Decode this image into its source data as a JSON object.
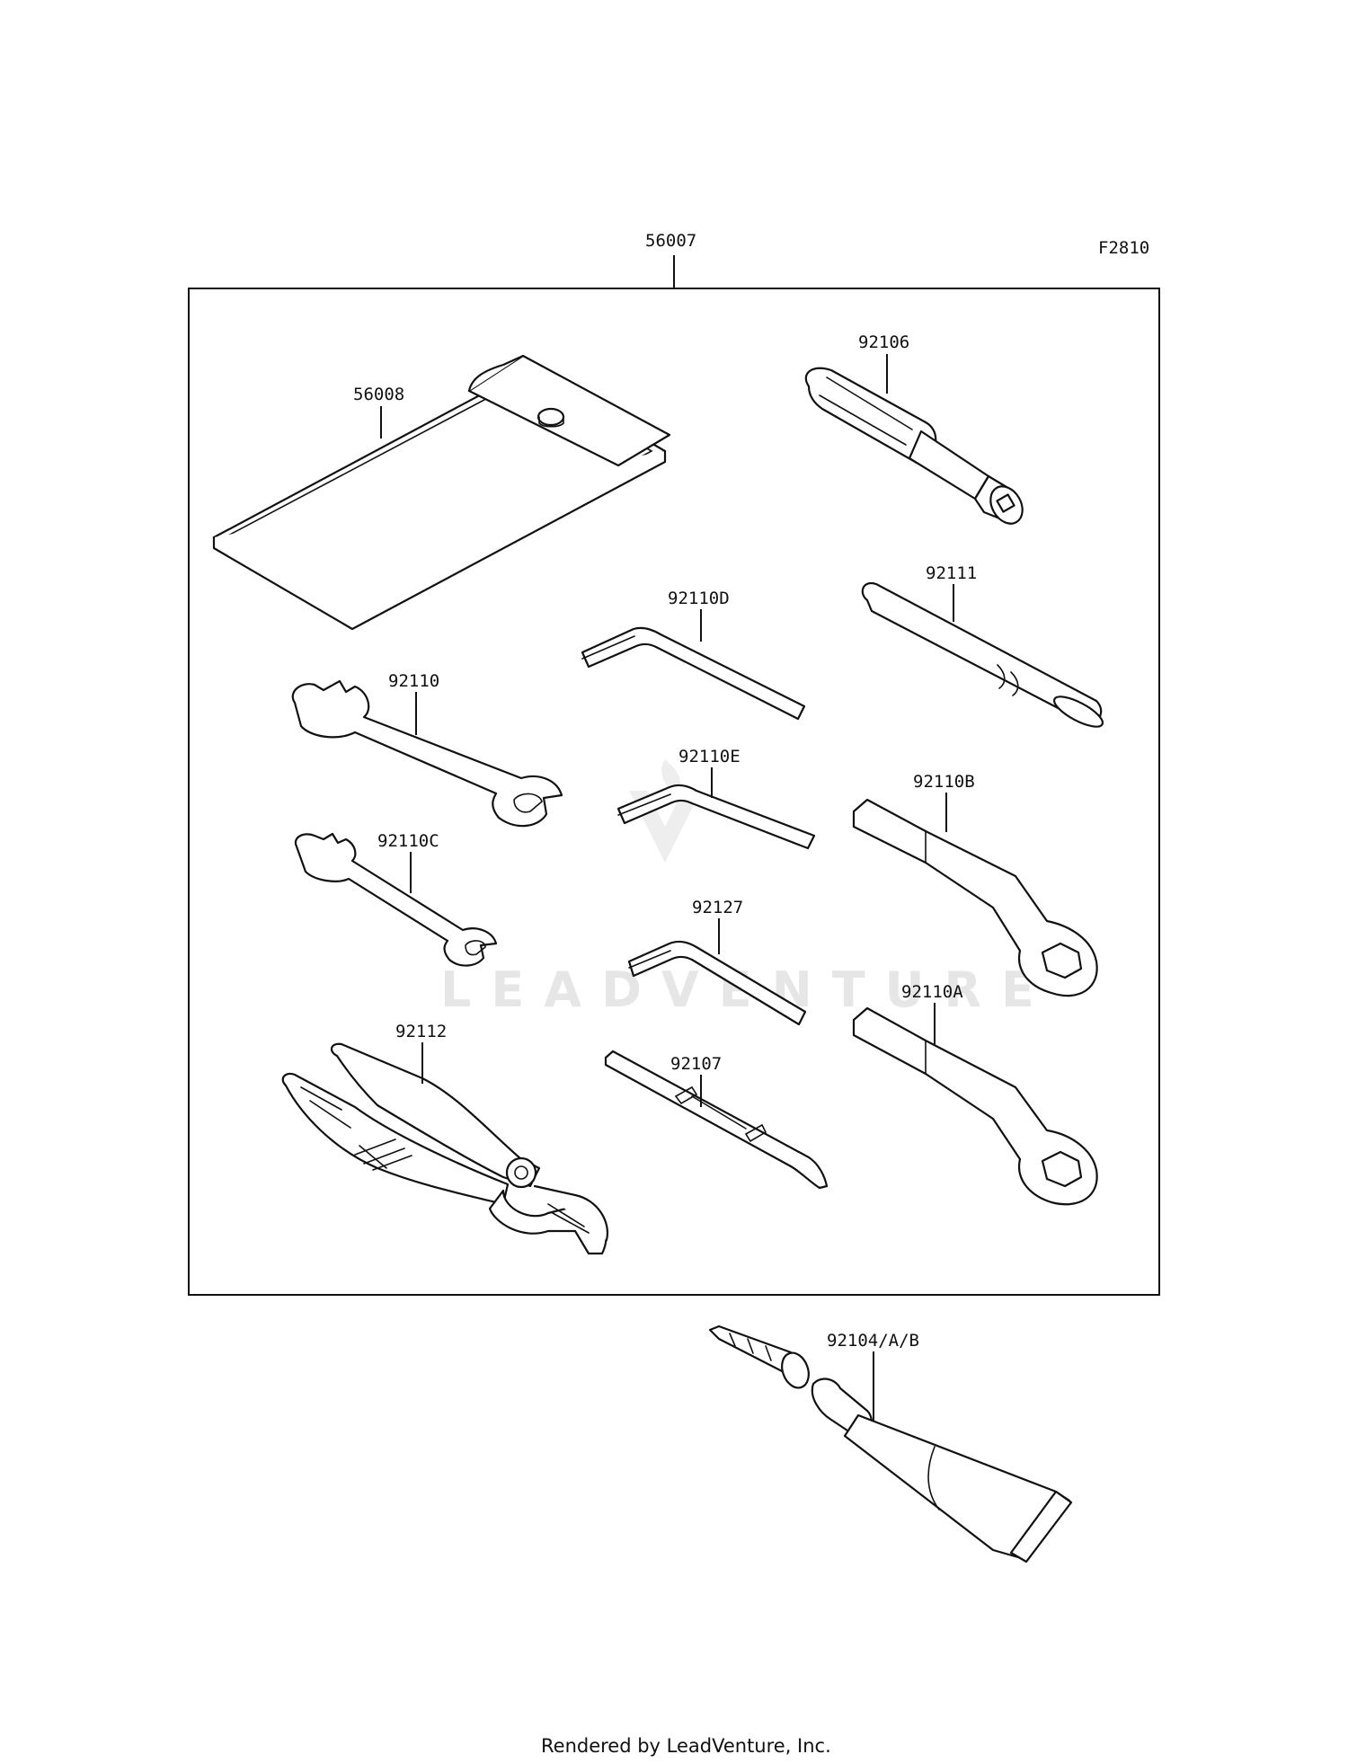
{
  "figure_code": "F2810",
  "kit_label": "56007",
  "watermark": "LEADVENTURE",
  "footer": "Rendered by LeadVenture, Inc.",
  "parts": {
    "p56008": "56008",
    "p92106": "92106",
    "p92110D": "92110D",
    "p92111": "92111",
    "p92110": "92110",
    "p92110E": "92110E",
    "p92110B": "92110B",
    "p92110C": "92110C",
    "p92127": "92127",
    "p92110A": "92110A",
    "p92112": "92112",
    "p92107": "92107",
    "p92104": "92104/A/B"
  }
}
